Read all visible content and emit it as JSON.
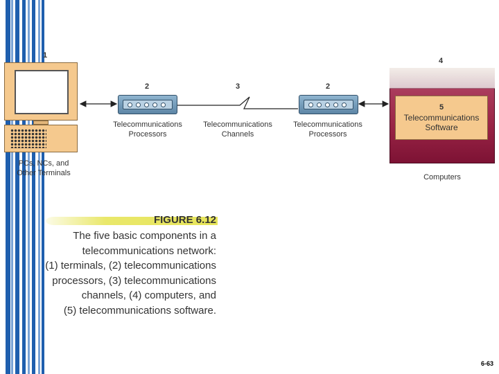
{
  "diagram": {
    "numbers": {
      "terminal": "1",
      "processor_left": "2",
      "channel": "3",
      "processor_right": "2",
      "computer": "4",
      "software": "5"
    },
    "labels": {
      "terminals_line1": "PCs, NCs, and",
      "terminals_line2": "Other Terminals",
      "processors_left_line1": "Telecommunications",
      "processors_left_line2": "Processors",
      "channels_line1": "Telecommunications",
      "channels_line2": "Channels",
      "processors_right_line1": "Telecommunications",
      "processors_right_line2": "Processors",
      "software_line1": "Telecommunications",
      "software_line2": "Software",
      "computers": "Computers"
    }
  },
  "figure": {
    "title": "FIGURE 6.12",
    "caption_lines": [
      "The five basic components in a",
      "telecommunications network:",
      "(1) terminals, (2) telecommunications",
      "processors, (3) telecommunications",
      "channels, (4) computers, and",
      "(5) telecommunications software."
    ]
  },
  "page_number": "6-63",
  "colors": {
    "stripe": "#1f5fae",
    "terminal": "#f5c98e",
    "computer": "#9a2546",
    "modem": "#7fa6c4",
    "highlight": "#e7e55a"
  }
}
